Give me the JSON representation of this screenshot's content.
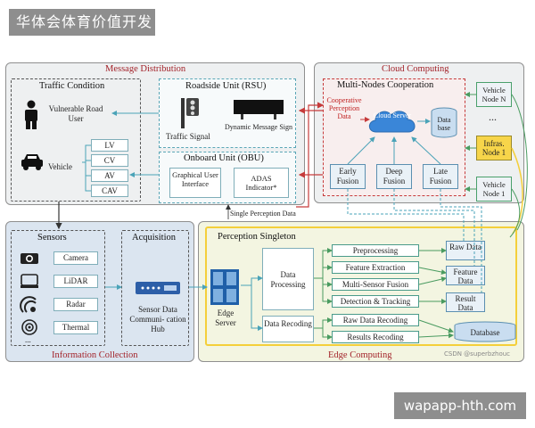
{
  "header_tag": "华体会体育价值开发",
  "footer_tag": "wapapp-hth.com",
  "watermark": "CSDN @superbzhouc",
  "message_distribution": {
    "title": "Message Distribution",
    "traffic_condition": {
      "title": "Traffic Condition",
      "vulnerable_user": "Vulnerable Road User",
      "vehicle": "Vehicle",
      "vehicle_types": [
        "LV",
        "CV",
        "AV",
        "CAV"
      ]
    },
    "rsu": {
      "title": "Roadside Unit (RSU)",
      "traffic_signal": "Traffic Signal",
      "dynamic_sign": "Dynamic Message Sign"
    },
    "obu": {
      "title": "Onboard Unit (OBU)",
      "gui": "Graphical User Interface",
      "adas": "ADAS Indicator*"
    }
  },
  "cloud_computing": {
    "title": "Cloud Computing",
    "cooperation_title": "Multi-Nodes Cooperation",
    "cooperative_data": "Cooperative Perception Data",
    "cloud_server": "Cloud Server",
    "database": "Data base",
    "fusion": [
      "Early Fusion",
      "Deep Fusion",
      "Late Fusion"
    ],
    "nodes": [
      "Vehicle Node N",
      "...",
      "Infras. Node 1",
      "Vehicle Node 1"
    ]
  },
  "information_collection": {
    "title": "Information Collection",
    "sensors_title": "Sensors",
    "sensors": [
      "Camera",
      "LiDAR",
      "Radar",
      "Thermal"
    ],
    "sensors_more": "...",
    "acquisition_title": "Acquisition",
    "hub": "Sensor Data Communi- cation Hub"
  },
  "edge_computing": {
    "title": "Edge Computing",
    "singleton_title": "Perception Singleton",
    "single_perception_data": "Single Perception Data",
    "edge_server": "Edge Server",
    "data_processing": "Data Processing",
    "data_recoding": "Data Recoding",
    "processing_steps": [
      "Preprocessing",
      "Feature Extraction",
      "Multi-Sensor Fusion",
      "Detection & Tracking"
    ],
    "recoding_steps": [
      "Raw Data Recoding",
      "Results Recoding"
    ],
    "outputs": [
      "Raw Data",
      "Feature Data",
      "Result Data"
    ],
    "database": "Database"
  },
  "colors": {
    "panel_title": "#a3232a",
    "teal_arrow": "#4aa3b8",
    "green_arrow": "#4a9b60",
    "red_arrow": "#c63b3b",
    "cloud_blue": "#3a86d8",
    "yellow_highlight": "#f4cf3a"
  }
}
